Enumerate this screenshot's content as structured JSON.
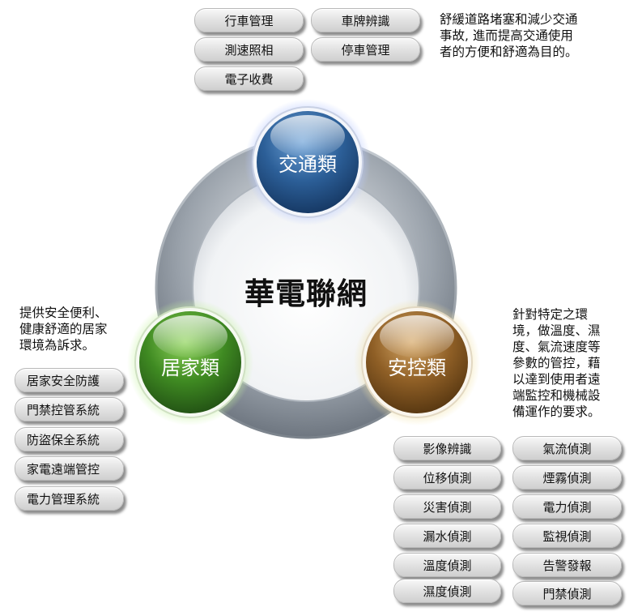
{
  "center": {
    "title": "華電聯網"
  },
  "categories": {
    "traffic": {
      "label": "交通類",
      "description_lines": [
        "舒緩道路堵塞和減少交通",
        "事故, 進而提高交通使用",
        "者的方便和舒適為目的。"
      ],
      "items": [
        "行車管理",
        "車牌辨識",
        "測速照相",
        "停車管理",
        "電子收費"
      ]
    },
    "home": {
      "label": "居家類",
      "description_lines": [
        "提供安全便利、",
        "健康舒適的居家",
        "環境為訴求。"
      ],
      "items": [
        "居家安全防護",
        "門禁控管系統",
        "防盜保全系統",
        "家電遠端管控",
        "電力管理系統"
      ]
    },
    "security": {
      "label": "安控類",
      "description_lines": [
        "針對特定之環",
        "境，做溫度、濕",
        "度、氣流速度等",
        "參數的管控，藉",
        "以達到使用者遠",
        "端監控和機械設",
        "備運作的要求。"
      ],
      "items_left": [
        "影像辨識",
        "位移偵測",
        "災害偵測",
        "漏水偵測",
        "溫度偵測",
        "濕度偵測"
      ],
      "items_right": [
        "氣流偵測",
        "煙霧偵測",
        "電力偵測",
        "監視偵測",
        "告警發報",
        "門禁偵測"
      ]
    }
  },
  "colors": {
    "traffic": "#2e5f97",
    "home": "#4f9a2a",
    "security": "#9a6a2a"
  }
}
